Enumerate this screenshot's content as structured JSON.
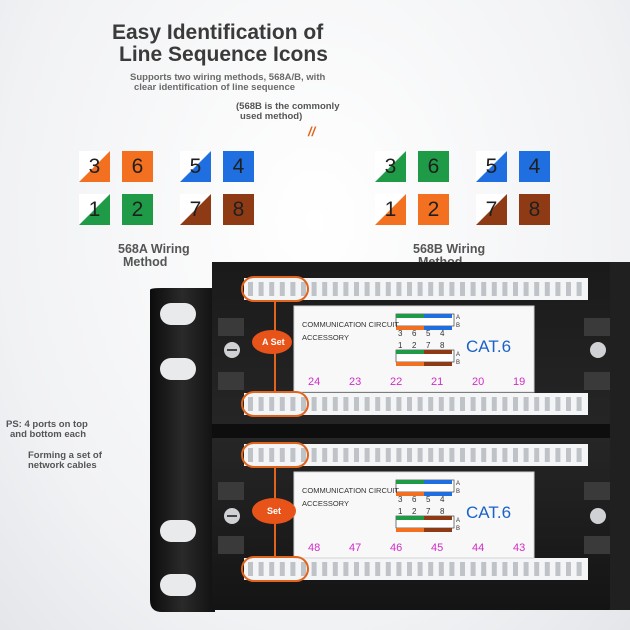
{
  "title_line1": "Easy Identification of",
  "title_line2": "Line Sequence Icons",
  "subtitle_line1": "Supports two wiring methods, 568A/B, with",
  "subtitle_line2": "clear identification of line sequence",
  "note_line1": "(568B is the commonly",
  "note_line2": "used method)",
  "slash_mark": "//",
  "method_a": {
    "line1": "568A Wiring",
    "line2": "Method",
    "tiles": [
      "3",
      "6",
      "5",
      "4",
      "1",
      "2",
      "7",
      "8"
    ]
  },
  "method_b": {
    "line1": "568B Wiring",
    "line2": "Method",
    "tiles": [
      "3",
      "6",
      "5",
      "4",
      "1",
      "2",
      "7",
      "8"
    ]
  },
  "ps_line1": "PS: 4 ports on top",
  "ps_line2": "and bottom each",
  "form_line1": "Forming a set of",
  "form_line2": "network cables",
  "panel_top": {
    "label_line1": "COMMUNICATION CIRCUIT",
    "label_line2": "ACCESSORY",
    "cat": "CAT.6",
    "set": "A Set",
    "diagram_top": [
      "3",
      "6",
      "5",
      "4"
    ],
    "diagram_bottom": [
      "1",
      "2",
      "7",
      "8"
    ],
    "ab_top": "A",
    "ab_b": "B",
    "ab_a2": "A",
    "ab_bottom": "B",
    "ports": [
      "24",
      "23",
      "22",
      "21",
      "20",
      "19"
    ]
  },
  "panel_bottom": {
    "label_line1": "COMMUNICATION CIRCUIT",
    "label_line2": "ACCESSORY",
    "cat": "CAT.6",
    "set": "Set",
    "diagram_top": [
      "3",
      "6",
      "5",
      "4"
    ],
    "diagram_bottom": [
      "1",
      "2",
      "7",
      "8"
    ],
    "ab_top": "A",
    "ab_b": "B",
    "ab_a2": "A",
    "ab_bottom": "B",
    "ports": [
      "48",
      "47",
      "46",
      "45",
      "44",
      "43"
    ]
  },
  "colors": {
    "orange": "#f2701f",
    "green": "#1f9a47",
    "blue": "#1f6fe0",
    "brown": "#8e3b15",
    "accent": "#e0641e",
    "cat_blue": "#1a62c8",
    "port_magenta": "#d02cc8"
  }
}
